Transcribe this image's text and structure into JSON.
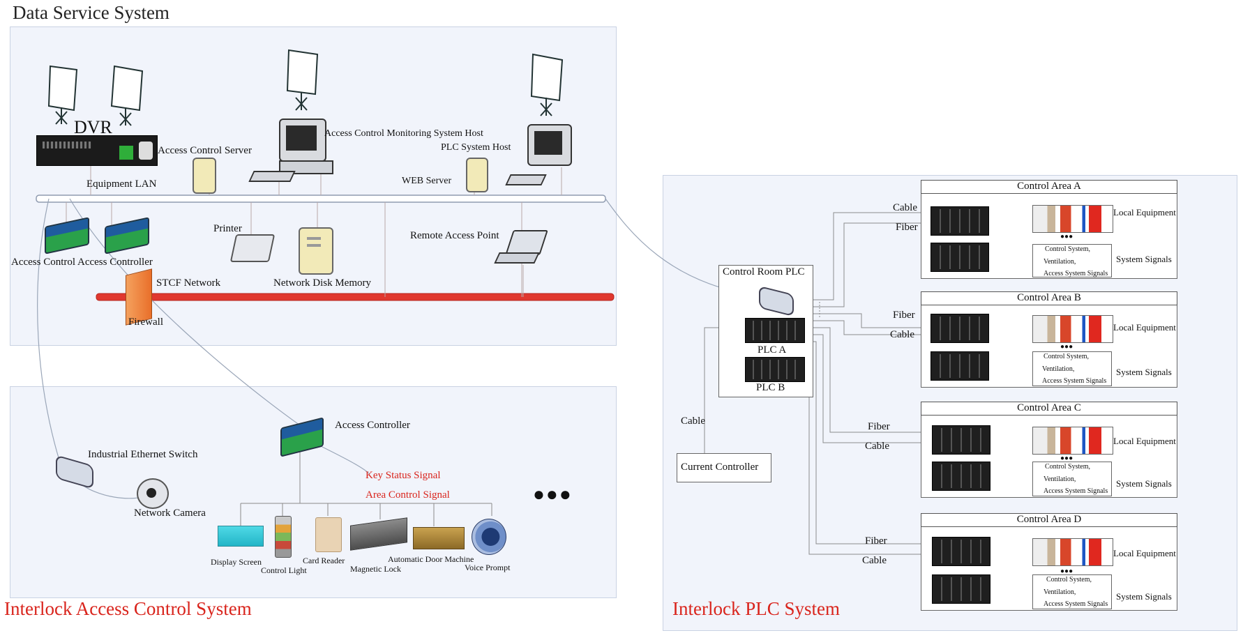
{
  "data_service": {
    "title": "Data Service System",
    "dvr": "DVR",
    "access_control_server": "Access Control Server",
    "monitoring_host": "Access Control Monitoring System Host",
    "plc_system_host": "PLC System Host",
    "web_server": "WEB Server",
    "equipment_lan": "Equipment LAN",
    "printer": "Printer",
    "remote_access_point": "Remote Access Point",
    "access_control_access_controller": "Access Control Access Controller",
    "stcf_network": "STCF Network",
    "network_disk_memory": "Network Disk Memory",
    "firewall": "Firewall"
  },
  "interlock_access": {
    "title": "Interlock Access Control System",
    "industrial_switch": "Industrial Ethernet Switch",
    "network_camera": "Network Camera",
    "access_controller": "Access Controller",
    "key_status_signal": "Key Status Signal",
    "area_control_signal": "Area Control Signal",
    "display_screen": "Display Screen",
    "control_light": "Control Light",
    "card_reader": "Card Reader",
    "magnetic_lock": "Magnetic Lock",
    "automatic_door_machine": "Automatic Door Machine",
    "voice_prompt": "Voice Prompt",
    "ellipsis": "●●●"
  },
  "interlock_plc": {
    "title": "Interlock PLC System",
    "control_room_plc": "Control Room PLC",
    "plc_a": "PLC A",
    "plc_b": "PLC B",
    "cable": "Cable",
    "current_controller": "Current Controller",
    "areas": [
      {
        "name": "Control Area A",
        "link1": "Cable",
        "link2": "Fiber",
        "local": "Local Equipment",
        "signals": "System Signals",
        "sub1": "Control System,",
        "sub2": "Ventilation,",
        "sub3": "Access System Signals",
        "dots": "●●●"
      },
      {
        "name": "Control Area B",
        "link1": "Fiber",
        "link2": "Cable",
        "local": "Local Equipment",
        "signals": "System Signals",
        "sub1": "Control System,",
        "sub2": "Ventilation,",
        "sub3": "Access System Signals",
        "dots": "●●●"
      },
      {
        "name": "Control Area C",
        "link1": "Fiber",
        "link2": "Cable",
        "local": "Local Equipment",
        "signals": "System Signals",
        "sub1": "Control System,",
        "sub2": "Ventilation,",
        "sub3": "Access System Signals",
        "dots": "●●●"
      },
      {
        "name": "Control Area D",
        "link1": "Fiber",
        "link2": "Cable",
        "local": "Local Equipment",
        "signals": "System Signals",
        "sub1": "Control System,",
        "sub2": "Ventilation,",
        "sub3": "Access System Signals",
        "dots": "●●●"
      }
    ]
  },
  "colors": {
    "panel": "#f1f4fb",
    "stcf_bar": "#e0382f",
    "title_red": "#d9241c",
    "lan_bar": "#ffffff"
  }
}
